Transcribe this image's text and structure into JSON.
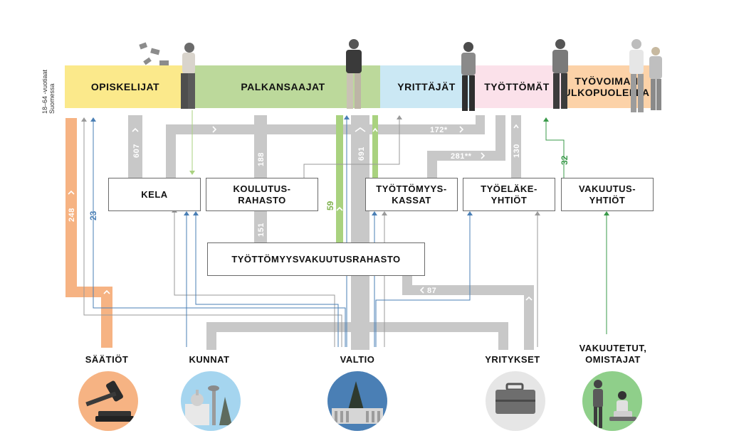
{
  "side_label": {
    "line1": "18–64 -vuotiaat",
    "line2": "Suomessa"
  },
  "bands": [
    {
      "id": "opiskelijat",
      "label": "OPISKELIJAT",
      "color": "#fbe98b"
    },
    {
      "id": "palkansaajat",
      "label": "PALKANSAAJAT",
      "color": "#bcd99b"
    },
    {
      "id": "yrittajat",
      "label": "YRITTÄJÄT",
      "color": "#cbe8f4"
    },
    {
      "id": "tyottomat",
      "label": "TYÖTTÖMÄT",
      "color": "#fbe1ea"
    },
    {
      "id": "ulkopuolella",
      "label": "TYÖVOIMAN ULKOPUOLELLA",
      "color": "#fcd2a8"
    }
  ],
  "boxes": {
    "kela": "KELA",
    "koulutusrahasto": "KOULUTUS-RAHASTO",
    "tyottomyyskassat": "TYÖTTÖMYYS-KASSAT",
    "tyoelakeyhtiot": "TYÖELÄKE-YHTIÖT",
    "vakuutusyhtiot": "VAKUUTUS-YHTIÖT",
    "tyottomyysvakuutusrahasto": "TYÖTTÖMYYSVAKUUTUSRAHASTO"
  },
  "sources": {
    "saatiot": "SÄÄTIÖT",
    "kunnat": "KUNNAT",
    "valtio": "VALTIO",
    "yritykset": "YRITYKSET",
    "vakuutetut": "VAKUUTETUT, OMISTAJAT"
  },
  "flow_values": {
    "f607": "607",
    "f188": "188",
    "f691": "691",
    "f172": "172*",
    "f281": "281**",
    "f130": "130",
    "f32": "32",
    "f248": "248",
    "f23": "23",
    "f59": "59",
    "f151": "151",
    "f87": "87"
  },
  "colors": {
    "gray_flow": "#c8c8c8",
    "orange_flow": "#f6b383",
    "green_flow": "#a9d27f",
    "blue_line": "#4a7fb5",
    "green_line": "#3a9a4a",
    "thin_gray": "#9a9a9a"
  }
}
